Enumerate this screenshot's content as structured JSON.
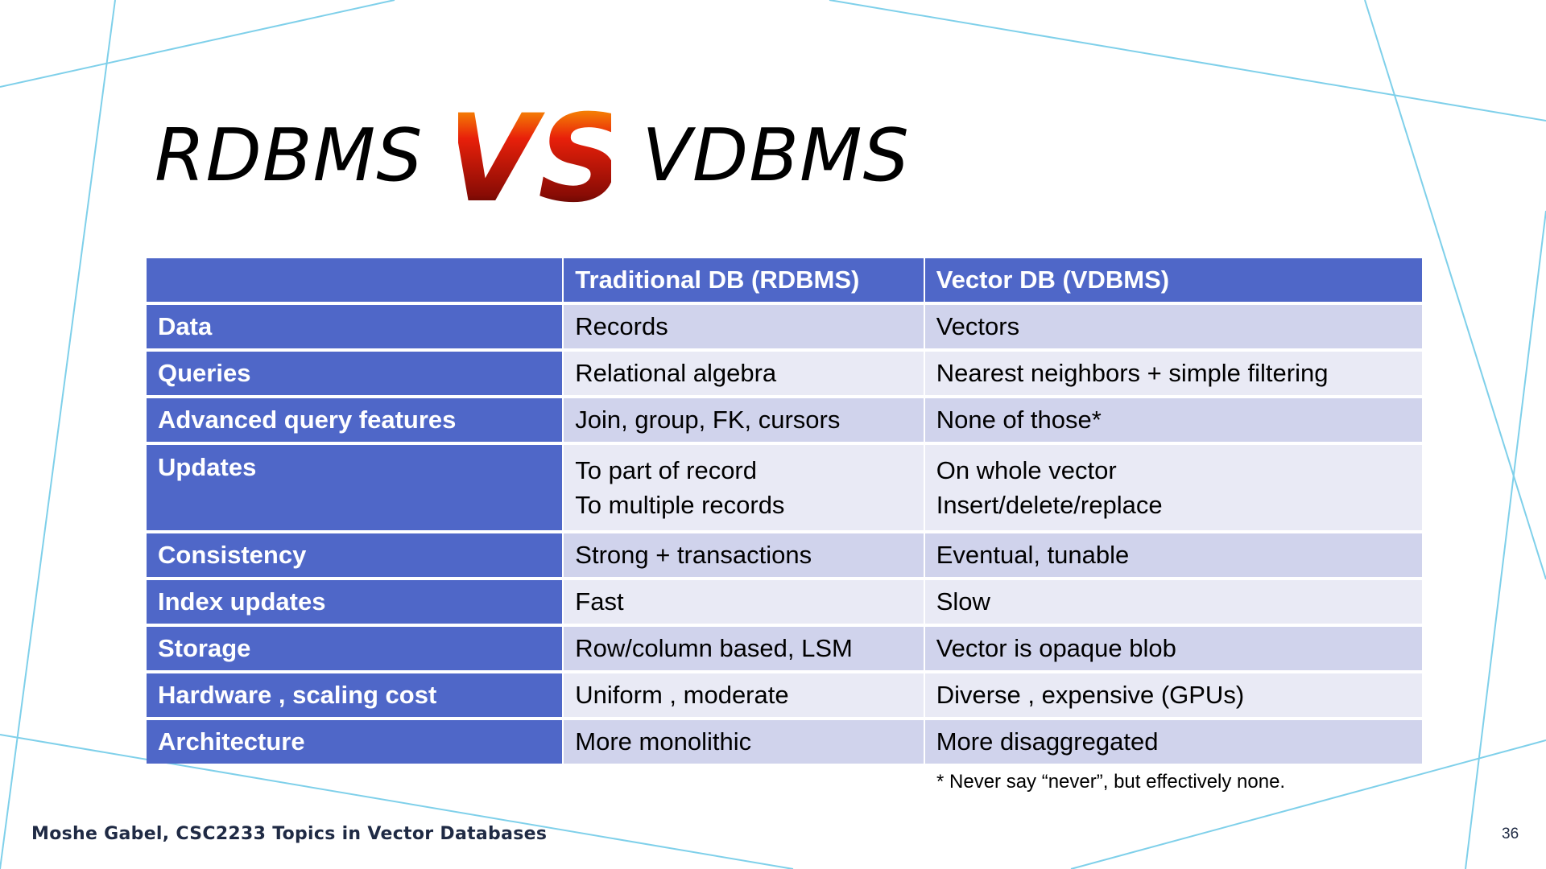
{
  "slide": {
    "title_left": "RDBMS",
    "title_vs": "VS",
    "title_right": "VDBMS",
    "accent_color": "#4f67c8",
    "line_color": "#7fd0ea"
  },
  "table": {
    "headers": [
      "",
      "Traditional DB (RDBMS)",
      "Vector DB (VDBMS)"
    ],
    "rows": [
      {
        "label": "Data",
        "rdbms": [
          "Records"
        ],
        "vdbms": [
          "Vectors"
        ]
      },
      {
        "label": "Queries",
        "rdbms": [
          "Relational algebra"
        ],
        "vdbms": [
          "Nearest neighbors + simple filtering"
        ]
      },
      {
        "label": "Advanced query features",
        "rdbms": [
          "Join, group, FK, cursors"
        ],
        "vdbms": [
          "None of those*"
        ]
      },
      {
        "label": "Updates",
        "rdbms": [
          "To part of record",
          "To multiple records"
        ],
        "vdbms": [
          "On whole vector",
          "Insert/delete/replace"
        ]
      },
      {
        "label": "Consistency",
        "rdbms": [
          "Strong + transactions"
        ],
        "vdbms": [
          "Eventual, tunable"
        ]
      },
      {
        "label": "Index updates",
        "rdbms": [
          "Fast"
        ],
        "vdbms": [
          "Slow"
        ]
      },
      {
        "label": "Storage",
        "rdbms": [
          "Row/column based, LSM"
        ],
        "vdbms": [
          "Vector is opaque blob"
        ]
      },
      {
        "label": "Hardware , scaling cost",
        "rdbms": [
          "Uniform , moderate"
        ],
        "vdbms": [
          "Diverse , expensive (GPUs)"
        ]
      },
      {
        "label": "Architecture",
        "rdbms": [
          "More monolithic"
        ],
        "vdbms": [
          "More disaggregated"
        ]
      }
    ]
  },
  "footnote": "* Never say “never”, but effectively none.",
  "footer": "Moshe Gabel, CSC2233 Topics in Vector Databases",
  "page_number": "36"
}
